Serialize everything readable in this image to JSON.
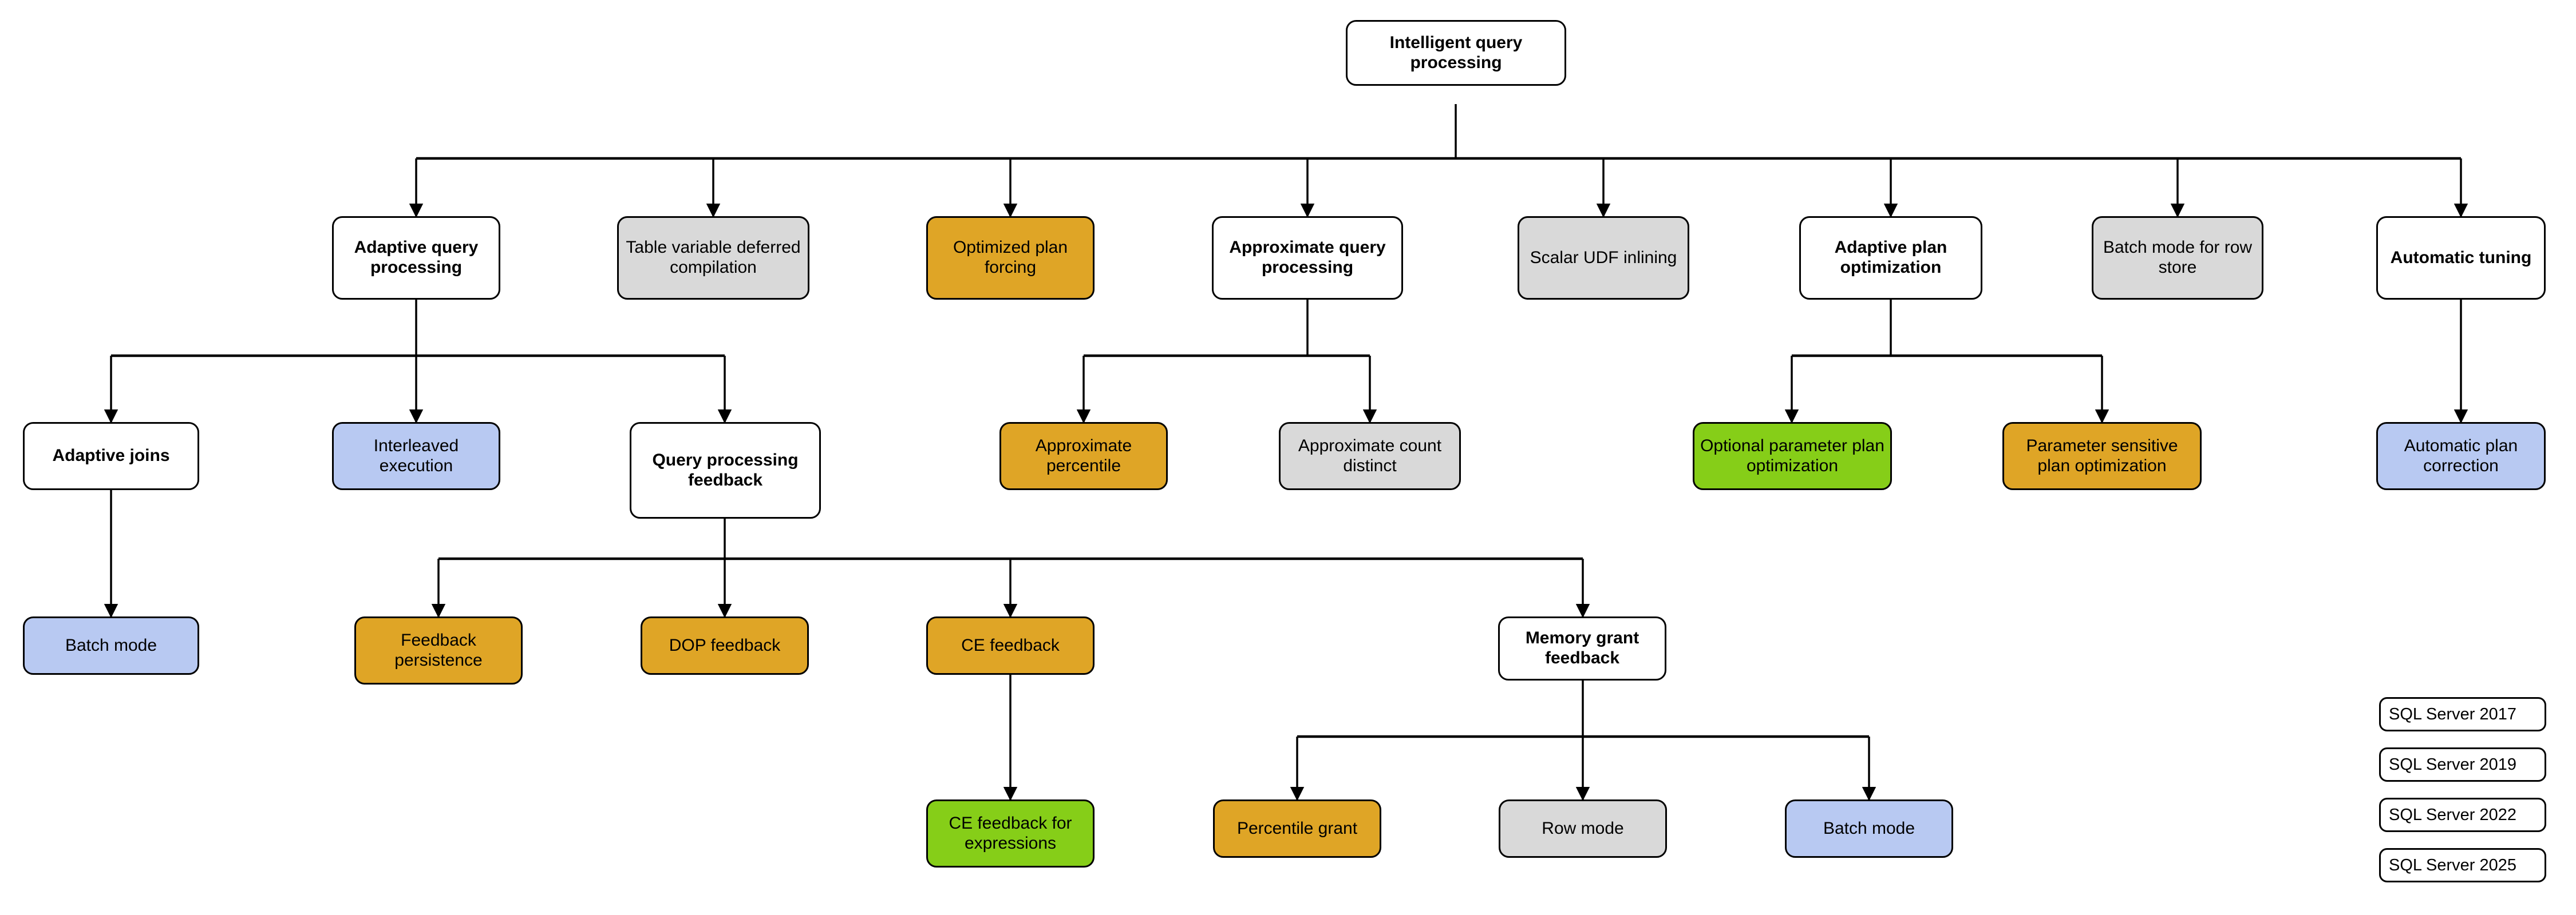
{
  "diagram": {
    "title": "Intelligent query processing",
    "type": "tree",
    "colors": {
      "sql2017": "#b8c9f2",
      "sql2019": "#d9d9d9",
      "sql2022": "#dfa526",
      "sql2025": "#86ce18",
      "category": "#ffffff",
      "stroke": "#000000"
    }
  },
  "nodes": {
    "root": {
      "label": "Intelligent query processing",
      "style": "category"
    },
    "adaptive_query_processing": {
      "label": "Adaptive query processing",
      "style": "category"
    },
    "table_variable_deferred_compilation": {
      "label": "Table variable deferred compilation",
      "style": "sql2019"
    },
    "optimized_plan_forcing": {
      "label": "Optimized plan forcing",
      "style": "sql2022"
    },
    "approximate_query_processing": {
      "label": "Approximate query processing",
      "style": "category"
    },
    "scalar_udf_inlining": {
      "label": "Scalar UDF inlining",
      "style": "sql2019"
    },
    "adaptive_plan_optimization": {
      "label": "Adaptive plan optimization",
      "style": "category"
    },
    "batch_mode_for_row_store": {
      "label": "Batch mode for row store",
      "style": "sql2019"
    },
    "automatic_tuning": {
      "label": "Automatic tuning",
      "style": "category"
    },
    "adaptive_joins": {
      "label": "Adaptive joins",
      "style": "category"
    },
    "interleaved_execution": {
      "label": "Interleaved execution",
      "style": "sql2017"
    },
    "query_processing_feedback": {
      "label": "Query processing feedback",
      "style": "category"
    },
    "approximate_percentile": {
      "label": "Approximate percentile",
      "style": "sql2022"
    },
    "approximate_count_distinct": {
      "label": "Approximate count distinct",
      "style": "sql2019"
    },
    "optional_parameter_plan_optimization": {
      "label": "Optional parameter plan optimization",
      "style": "sql2025"
    },
    "parameter_sensitive_plan_optimization": {
      "label": "Parameter sensitive plan optimization",
      "style": "sql2022"
    },
    "automatic_plan_correction": {
      "label": "Automatic plan correction",
      "style": "sql2017"
    },
    "batch_mode_adaptive_joins": {
      "label": "Batch mode",
      "style": "sql2017"
    },
    "feedback_persistence": {
      "label": "Feedback persistence",
      "style": "sql2022"
    },
    "dop_feedback": {
      "label": "DOP feedback",
      "style": "sql2022"
    },
    "ce_feedback": {
      "label": "CE feedback",
      "style": "sql2022"
    },
    "memory_grant_feedback": {
      "label": "Memory grant feedback",
      "style": "category"
    },
    "ce_feedback_for_expressions": {
      "label": "CE feedback for expressions",
      "style": "sql2025"
    },
    "percentile_grant": {
      "label": "Percentile grant",
      "style": "sql2022"
    },
    "row_mode": {
      "label": "Row mode",
      "style": "sql2019"
    },
    "batch_mode_memory_grant": {
      "label": "Batch mode",
      "style": "sql2017"
    }
  },
  "legend": {
    "items": [
      {
        "label": "SQL Server 2017",
        "style": "sql2017"
      },
      {
        "label": "SQL Server 2019",
        "style": "sql2019"
      },
      {
        "label": "SQL Server 2022",
        "style": "sql2022"
      },
      {
        "label": "SQL Server 2025",
        "style": "sql2025"
      }
    ]
  },
  "edges": [
    {
      "from": "root",
      "to": "adaptive_query_processing"
    },
    {
      "from": "root",
      "to": "table_variable_deferred_compilation"
    },
    {
      "from": "root",
      "to": "optimized_plan_forcing"
    },
    {
      "from": "root",
      "to": "approximate_query_processing"
    },
    {
      "from": "root",
      "to": "scalar_udf_inlining"
    },
    {
      "from": "root",
      "to": "adaptive_plan_optimization"
    },
    {
      "from": "root",
      "to": "batch_mode_for_row_store"
    },
    {
      "from": "root",
      "to": "automatic_tuning"
    },
    {
      "from": "adaptive_query_processing",
      "to": "adaptive_joins"
    },
    {
      "from": "adaptive_query_processing",
      "to": "interleaved_execution"
    },
    {
      "from": "adaptive_query_processing",
      "to": "query_processing_feedback"
    },
    {
      "from": "approximate_query_processing",
      "to": "approximate_percentile"
    },
    {
      "from": "approximate_query_processing",
      "to": "approximate_count_distinct"
    },
    {
      "from": "adaptive_plan_optimization",
      "to": "optional_parameter_plan_optimization"
    },
    {
      "from": "adaptive_plan_optimization",
      "to": "parameter_sensitive_plan_optimization"
    },
    {
      "from": "automatic_tuning",
      "to": "automatic_plan_correction"
    },
    {
      "from": "adaptive_joins",
      "to": "batch_mode_adaptive_joins"
    },
    {
      "from": "query_processing_feedback",
      "to": "feedback_persistence"
    },
    {
      "from": "query_processing_feedback",
      "to": "dop_feedback"
    },
    {
      "from": "query_processing_feedback",
      "to": "ce_feedback"
    },
    {
      "from": "query_processing_feedback",
      "to": "memory_grant_feedback"
    },
    {
      "from": "ce_feedback",
      "to": "ce_feedback_for_expressions"
    },
    {
      "from": "memory_grant_feedback",
      "to": "percentile_grant"
    },
    {
      "from": "memory_grant_feedback",
      "to": "row_mode"
    },
    {
      "from": "memory_grant_feedback",
      "to": "batch_mode_memory_grant"
    }
  ]
}
